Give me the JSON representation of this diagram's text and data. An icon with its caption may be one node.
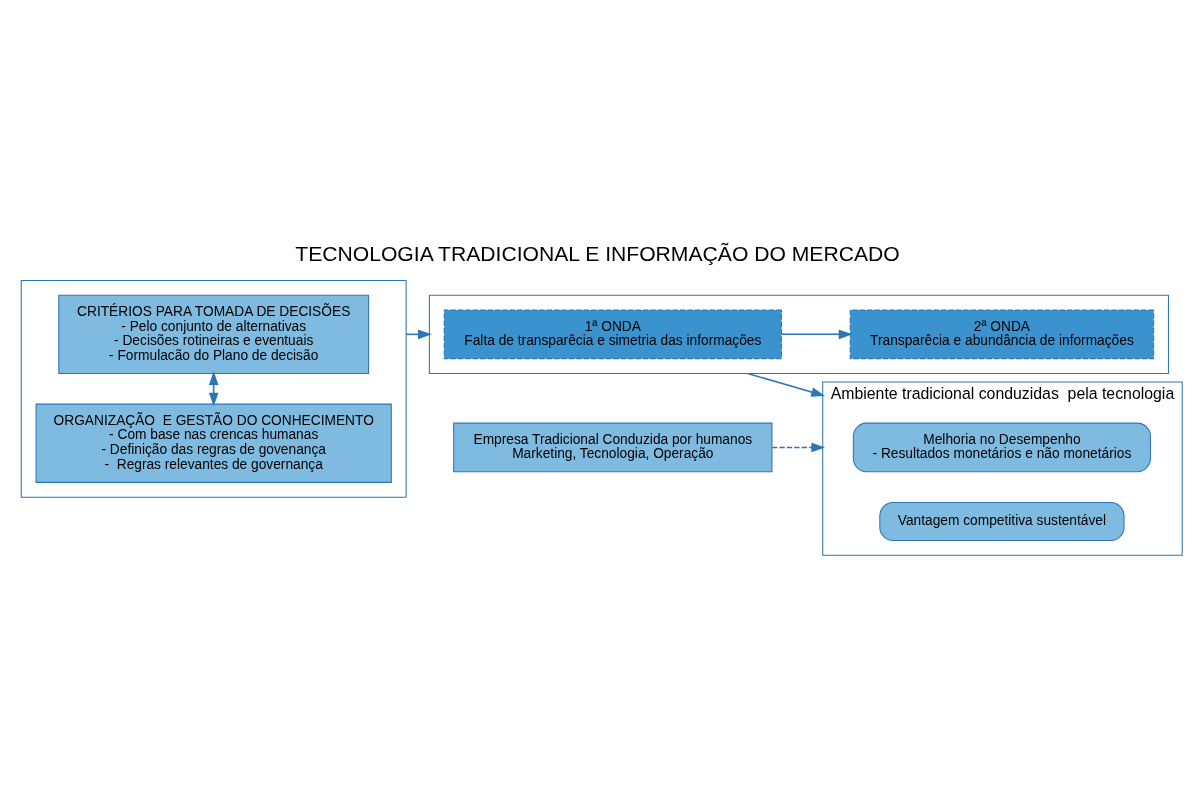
{
  "diagram": {
    "title": "TECNOLOGIA TRADICIONAL E INFORMAÇÃO DO MERCADO",
    "nodes": [
      {
        "text": [],
        "shape": "box"
      },
      {
        "text": [
          "CRITÉRIOS PARA TOMADA DE DECISÕES",
          "- Pelo conjunto de alternativas",
          "- Decisões rotineiras e eventuais",
          "- Formulacão do Plano de decisão"
        ],
        "in": 0
      },
      {
        "text": [
          "ORGANIZAÇÃO  E GESTÃO DO CONHECIMENTO",
          "- Com base nas crencas humanas",
          "- Definição das regras de govenança",
          "-  Regras relevantes de governança"
        ],
        "in": 0
      },
      {
        "text": [],
        "shape": "box"
      },
      {
        "text": [
          "1ª ONDA",
          "Falta de transparêcia e simetria das informações"
        ],
        "in": 3
      },
      {
        "text": [
          "2ª ONDA",
          "Transparêcia e abundância de informações"
        ],
        "in": 3
      },
      {
        "text": [
          "Empresa Tradicional Conduzida por humanos",
          "Marketing, Tecnologia, Operação"
        ]
      },
      {
        "text": [
          "Ambiente tradicional conduzidas  pela tecnologia"
        ]
      },
      {
        "text": [
          "Melhoria no Desempenho",
          "- Resultados monetários e não monetários"
        ],
        "in": 7
      },
      {
        "text": [
          "Vantagem competitiva sustentável"
        ],
        "in": 7
      }
    ],
    "edges": [
      {
        "from": 1,
        "to": 2,
        "arrow": "both"
      },
      {
        "from": 0,
        "to": 3,
        "arrow": "to"
      },
      {
        "from": 4,
        "to": 5,
        "arrow": "to"
      },
      {
        "from": 3,
        "to": 7,
        "arrow": "to"
      },
      {
        "from": 6,
        "to": 7,
        "arrow": "to",
        "style": "dashed"
      }
    ]
  }
}
